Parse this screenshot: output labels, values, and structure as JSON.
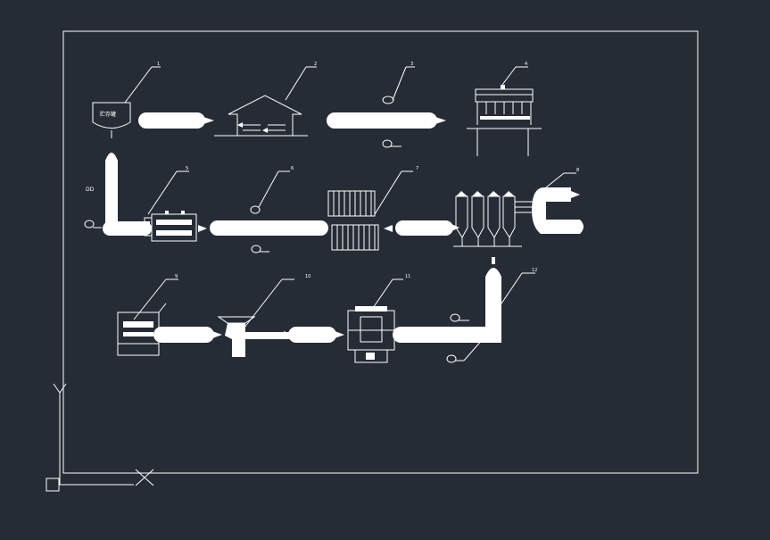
{
  "colors": {
    "background": "#262c35",
    "line": "#ffffff",
    "ucs_icon": "#ffffff"
  },
  "steps": [
    {
      "id": "1",
      "label": "贮存罐"
    },
    {
      "id": "2",
      "label": ""
    },
    {
      "id": "3",
      "label": ""
    },
    {
      "id": "4",
      "label": ""
    },
    {
      "id": "5",
      "label": ""
    },
    {
      "id": "6",
      "label": ""
    },
    {
      "id": "7",
      "label": ""
    },
    {
      "id": "8",
      "label": ""
    },
    {
      "id": "9",
      "label": ""
    },
    {
      "id": "10",
      "label": ""
    },
    {
      "id": "11",
      "label": ""
    },
    {
      "id": "12",
      "label": ""
    }
  ],
  "tank_label": "贮存罐",
  "dd_label": "DD",
  "legend": []
}
